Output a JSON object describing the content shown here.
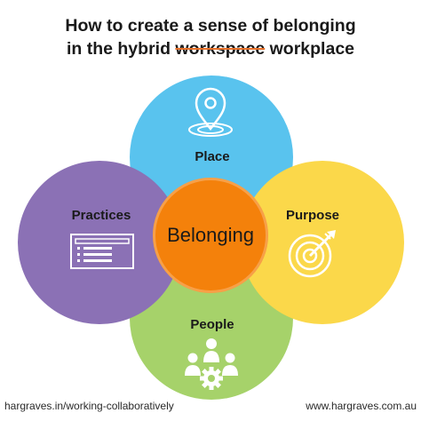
{
  "title": {
    "line1": "How to create a sense of belonging",
    "line2_before": "in the hybrid ",
    "line2_struck": "workspace",
    "line2_after": " workplace"
  },
  "circles": {
    "center": "Belonging",
    "place": "Place",
    "practices": "Practices",
    "purpose": "Purpose",
    "people": "People"
  },
  "icons": {
    "place": "location-pin-icon",
    "practices": "list-panel-icon",
    "purpose": "target-arrow-icon",
    "people": "team-gear-icon"
  },
  "colors": {
    "place": "#59c3ee",
    "practices": "#8b71b5",
    "purpose": "#fbd84a",
    "people": "#a6d26a",
    "center": "#f4810b",
    "strike": "#e8712a"
  },
  "footer": {
    "left": "hargraves.in/working-collaboratively",
    "right": "www.hargraves.com.au"
  }
}
